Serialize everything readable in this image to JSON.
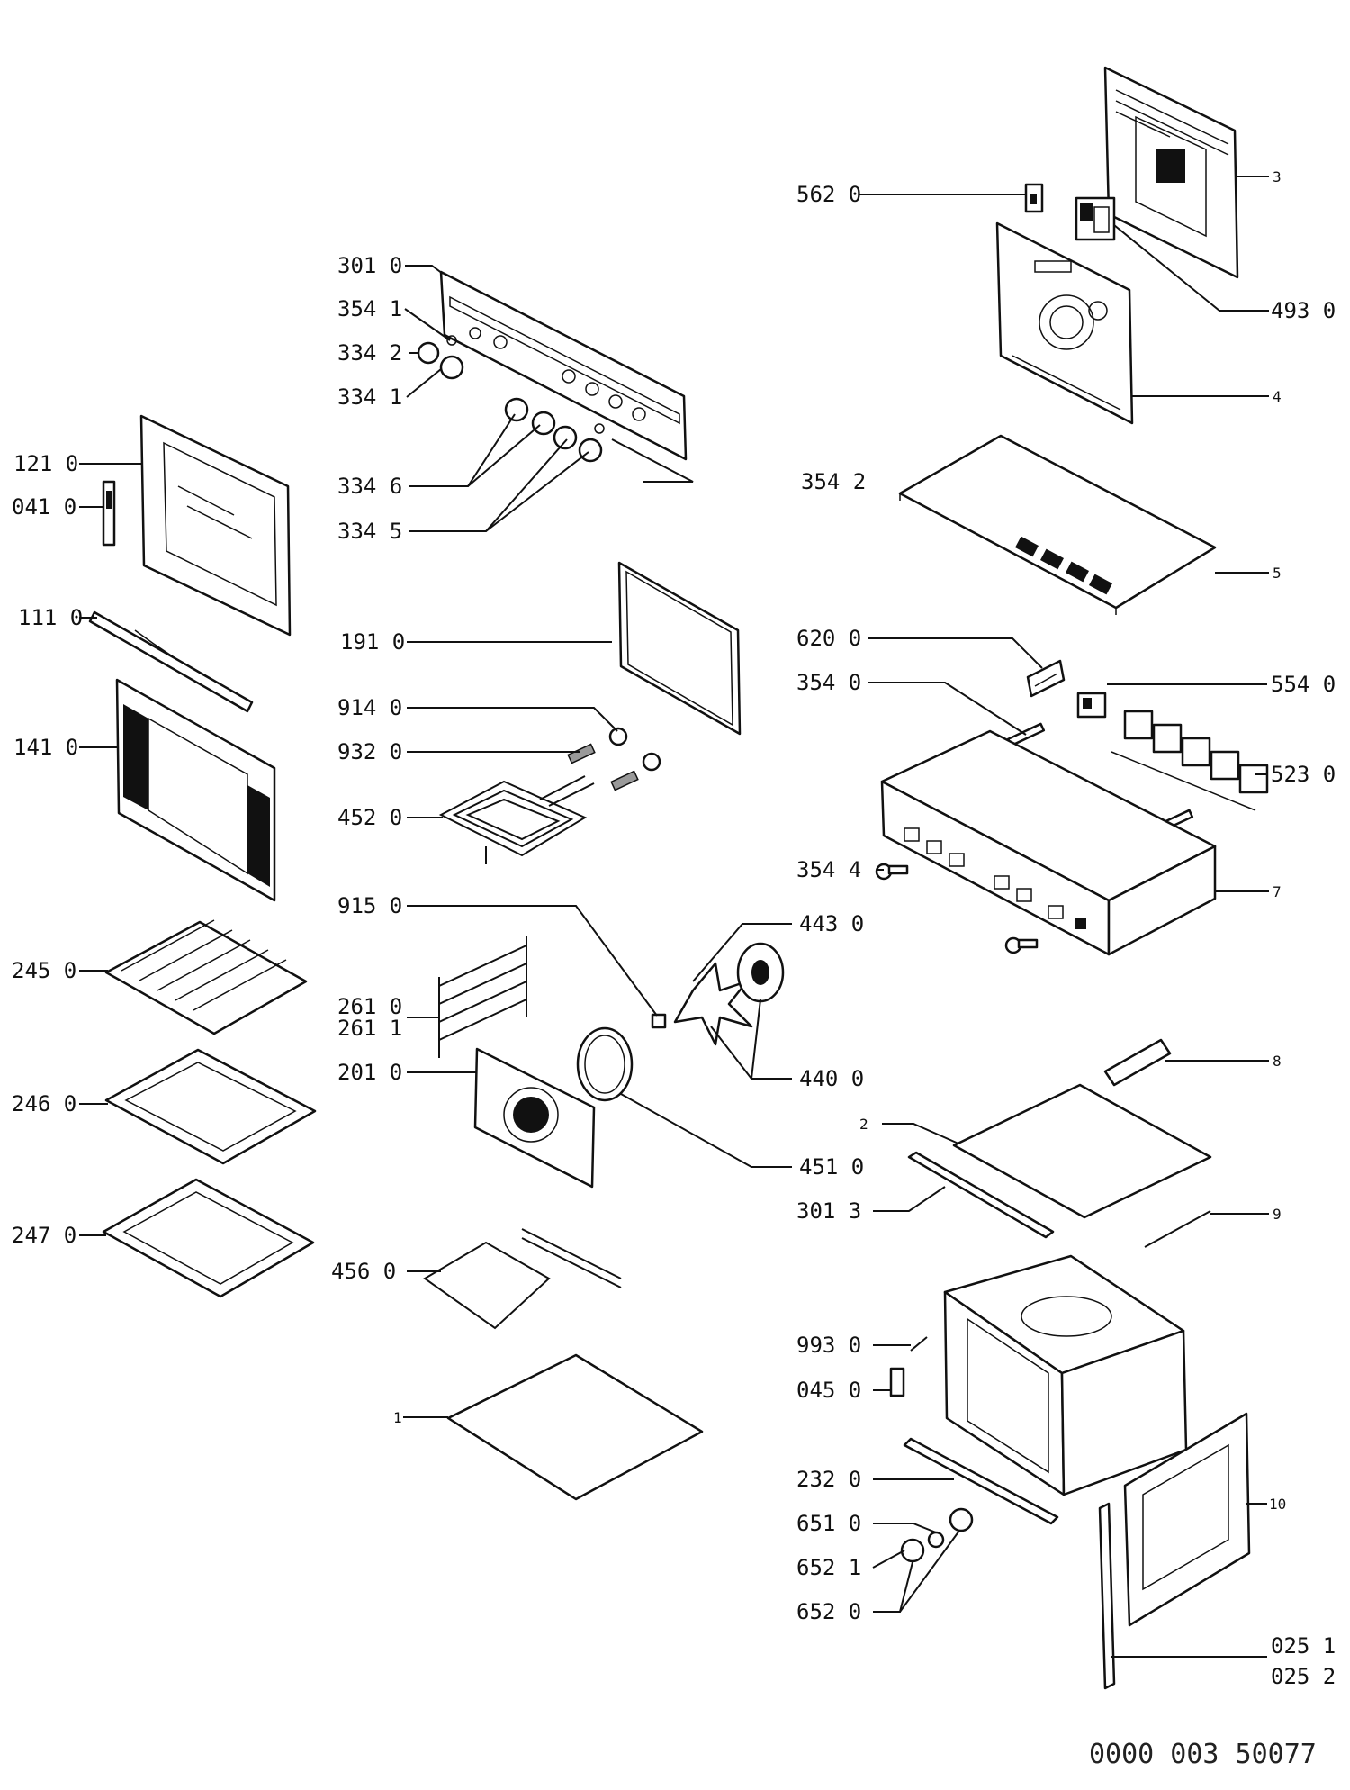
{
  "labels": {
    "l562_0": "562 0",
    "l3": "3",
    "l301_0": "301 0",
    "l354_1": "354 1",
    "l334_2": "334 2",
    "l334_1": "334 1",
    "l493_0": "493 0",
    "l4": "4",
    "l121_0": "121 0",
    "l041_0": "041 0",
    "l334_6": "334 6",
    "l354_2": "354 2",
    "l334_5": "334 5",
    "l5": "5",
    "l111_0": "111 0",
    "l191_0": "191 0",
    "l620_0": "620 0",
    "l354_0": "354 0",
    "l554_0": "554 0",
    "l914_0": "914 0",
    "l141_0": "141 0",
    "l932_0": "932 0",
    "l523_0": "523 0",
    "l452_0": "452 0",
    "l354_4": "354 4",
    "l7": "7",
    "l915_0": "915 0",
    "l443_0": "443 0",
    "l245_0": "245 0",
    "l261_0": "261 0",
    "l261_1": "261 1",
    "l8": "8",
    "l201_0": "201 0",
    "l440_0": "440 0",
    "l246_0": "246 0",
    "l2": "2",
    "l451_0": "451 0",
    "l301_3": "301 3",
    "l9": "9",
    "l247_0": "247 0",
    "l456_0": "456 0",
    "l993_0": "993 0",
    "l045_0": "045 0",
    "l1": "1",
    "l232_0": "232 0",
    "l10": "10",
    "l651_0": "651 0",
    "l652_1": "652 1",
    "l652_0": "652 0",
    "l025_1": "025 1",
    "l025_2": "025 2"
  },
  "document_number": "0000  003  50077"
}
